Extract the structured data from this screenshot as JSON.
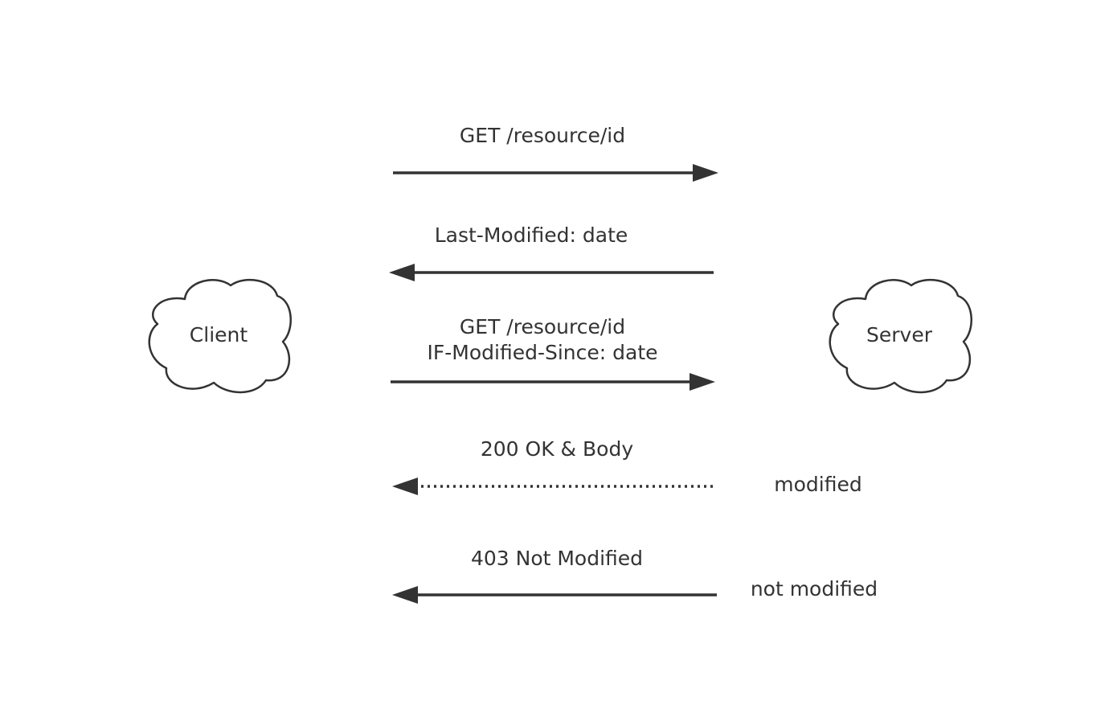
{
  "nodes": {
    "client": "Client",
    "server": "Server"
  },
  "messages": [
    {
      "label": "GET /resource/id",
      "direction": "client-to-server",
      "style": "solid"
    },
    {
      "label": "Last-Modified: date",
      "direction": "server-to-client",
      "style": "solid"
    },
    {
      "label_line1": "GET /resource/id",
      "label_line2": "IF-Modified-Since: date",
      "direction": "client-to-server",
      "style": "solid"
    },
    {
      "label": "200 OK & Body",
      "direction": "server-to-client",
      "style": "dotted",
      "note": "modified"
    },
    {
      "label": "403 Not Modified",
      "direction": "server-to-client",
      "style": "solid",
      "note": "not modified"
    }
  ],
  "colors": {
    "stroke": "#333333",
    "text": "#333333",
    "background": "#ffffff"
  }
}
